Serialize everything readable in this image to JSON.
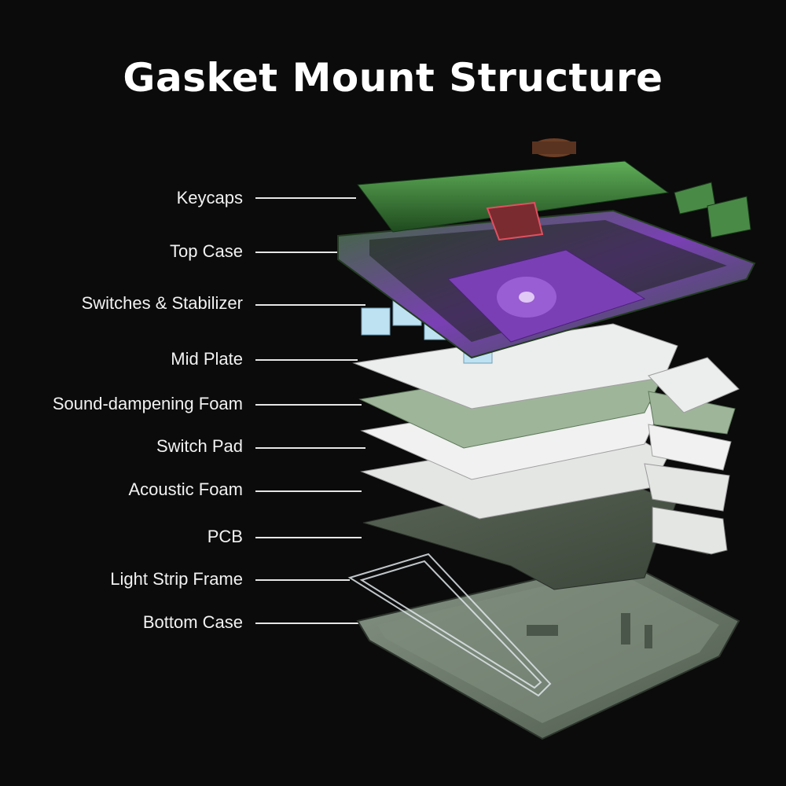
{
  "title": "Gasket Mount Structure",
  "layers": [
    {
      "label": "Keycaps"
    },
    {
      "label": "Top Case"
    },
    {
      "label": "Switches & Stabilizer"
    },
    {
      "label": "Mid Plate"
    },
    {
      "label": "Sound-dampening Foam"
    },
    {
      "label": "Switch Pad"
    },
    {
      "label": "Acoustic Foam"
    },
    {
      "label": "PCB"
    },
    {
      "label": "Light Strip Frame"
    },
    {
      "label": "Bottom Case"
    }
  ],
  "colors": {
    "background": "#0b0b0b",
    "keycap_green": "#3f8a3a",
    "case_purple": "#7a3fb5",
    "plate_white": "#e9eaea",
    "foam_green": "#9fb59a",
    "pcb_gray": "#4a5548",
    "bottom_case": "#6f7e6e"
  }
}
